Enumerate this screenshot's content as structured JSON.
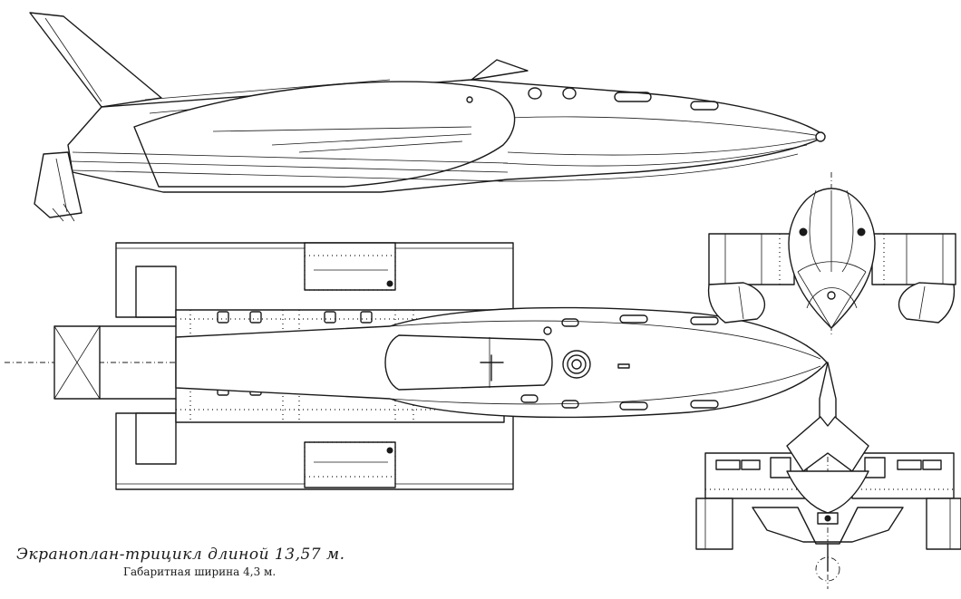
{
  "caption": {
    "title": "Экраноплан-трицикл длиной 13,57 м.",
    "subtitle": "Габаритная ширина 4,3 м."
  },
  "views": [
    "side-view",
    "top-view",
    "front-view",
    "rear-view"
  ],
  "colors": {
    "ink": "#1a1a1a",
    "paper": "#ffffff"
  }
}
